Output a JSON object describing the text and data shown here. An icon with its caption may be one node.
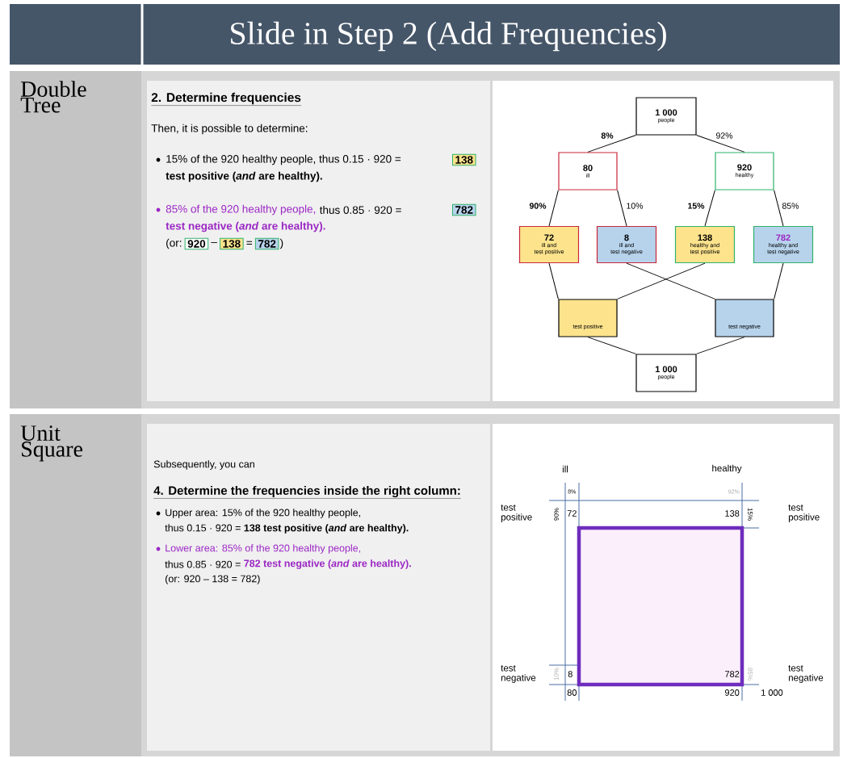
{
  "diagram": {
    "title": "Slide in Step 2 (Add Frequencies)",
    "nodes": [
      {
        "text": [
          "1 000",
          "people"
        ]
      },
      {
        "text": [
          "80",
          "ill"
        ]
      },
      {
        "text": [
          "920",
          "healthy"
        ]
      },
      {
        "text": [
          "72",
          "ill and test positive"
        ]
      },
      {
        "text": [
          "8",
          "ill and test negative"
        ]
      },
      {
        "text": [
          "138",
          "healthy and test positive"
        ]
      },
      {
        "text": [
          "782",
          "healthy and test negative"
        ]
      },
      {
        "text": [
          "test positive"
        ]
      },
      {
        "text": [
          "test negative"
        ]
      },
      {
        "text": [
          "1 000",
          "people"
        ]
      },
      {
        "text": [
          "138"
        ]
      },
      {
        "text": [
          "782"
        ]
      },
      {
        "text": [
          "920"
        ]
      },
      {
        "text": [
          "138"
        ]
      },
      {
        "text": [
          "782"
        ]
      }
    ],
    "edges": [
      {
        "from": 0,
        "to": 1,
        "arrow": "none",
        "label": "8%"
      },
      {
        "from": 0,
        "to": 2,
        "arrow": "none",
        "label": "92%"
      },
      {
        "from": 1,
        "to": 3,
        "arrow": "none",
        "label": "90%"
      },
      {
        "from": 1,
        "to": 4,
        "arrow": "none",
        "label": "10%"
      },
      {
        "from": 2,
        "to": 5,
        "arrow": "none",
        "label": "15%"
      },
      {
        "from": 2,
        "to": 6,
        "arrow": "none",
        "label": "85%"
      },
      {
        "from": 3,
        "to": 7,
        "arrow": "none"
      },
      {
        "from": 4,
        "to": 8,
        "arrow": "none"
      },
      {
        "from": 5,
        "to": 7,
        "arrow": "none"
      },
      {
        "from": 6,
        "to": 8,
        "arrow": "none"
      },
      {
        "from": 7,
        "to": 9,
        "arrow": "none"
      },
      {
        "from": 8,
        "to": 9,
        "arrow": "none"
      }
    ],
    "labels": [
      "Double Tree",
      "2. Determine frequencies",
      "Then, it is possible to determine:",
      "15% of the 920 healthy people, thus 0.15 · 920 =",
      "test positive (*and* are healthy).",
      "85% of the 920 healthy people,",
      "thus 0.85 · 920 =",
      "test negative (*and* are healthy).",
      "(or:",
      "–",
      "=",
      ")",
      "Unit Square",
      "Subsequently, you can",
      "4. Determine the frequencies inside the right column:",
      "Upper area: 15% of the 920 healthy people,",
      "thus 0.15 · 920 = **138 test positive (*and* are healthy).**",
      "Lower area: 85% of the 920 healthy people,",
      "thus 0.85 · 920 =",
      "782 test negative (*and* are healthy).",
      "(or: 920 – 138 = 782)",
      "ill",
      "healthy",
      "8%",
      "92%",
      "test positive",
      "72",
      "138",
      "90%",
      "15%",
      "test positive",
      "test negative",
      "10%",
      "8",
      "782",
      "85%",
      "test negative",
      "80",
      "920",
      "1 000"
    ]
  }
}
